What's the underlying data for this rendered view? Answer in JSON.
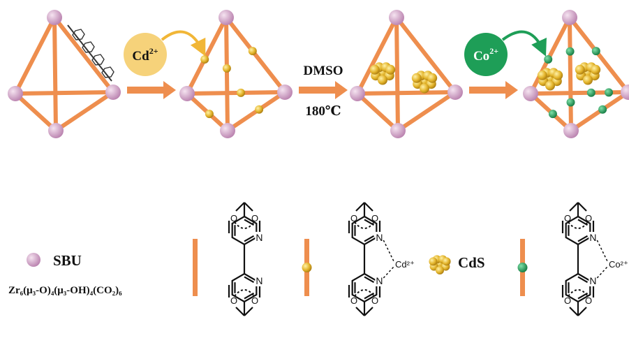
{
  "colors": {
    "strut": "#EE8E4E",
    "node": "#D9A9CF",
    "cd_circle": "#F6D27A",
    "co_circle": "#1E9E57",
    "cds": "#E0B22C",
    "co_dot": "#1E9E57",
    "arrow": "#EE8E4E"
  },
  "reagents": {
    "cd": {
      "ion": "Cd",
      "charge": "2+"
    },
    "co": {
      "ion": "Co",
      "charge": "2+"
    },
    "conditions": {
      "solvent": "DMSO",
      "temperature": "180℃"
    }
  },
  "legend": {
    "sbu_label": "SBU",
    "sbu_formula": "Zr₆(μ₃-O)₄(μ₃-OH)₄(CO₂)₆",
    "cds_label": "CdS"
  },
  "ligands": {
    "atom_n": "N",
    "atom_o": "O",
    "cd_ion": "Cd²⁺",
    "co_ion": "Co²⁺"
  },
  "icons": [
    "sbu-node-icon",
    "linker-rod-icon",
    "cd-bound-linker-icon",
    "cds-cluster-icon",
    "co-bound-linker-icon"
  ]
}
